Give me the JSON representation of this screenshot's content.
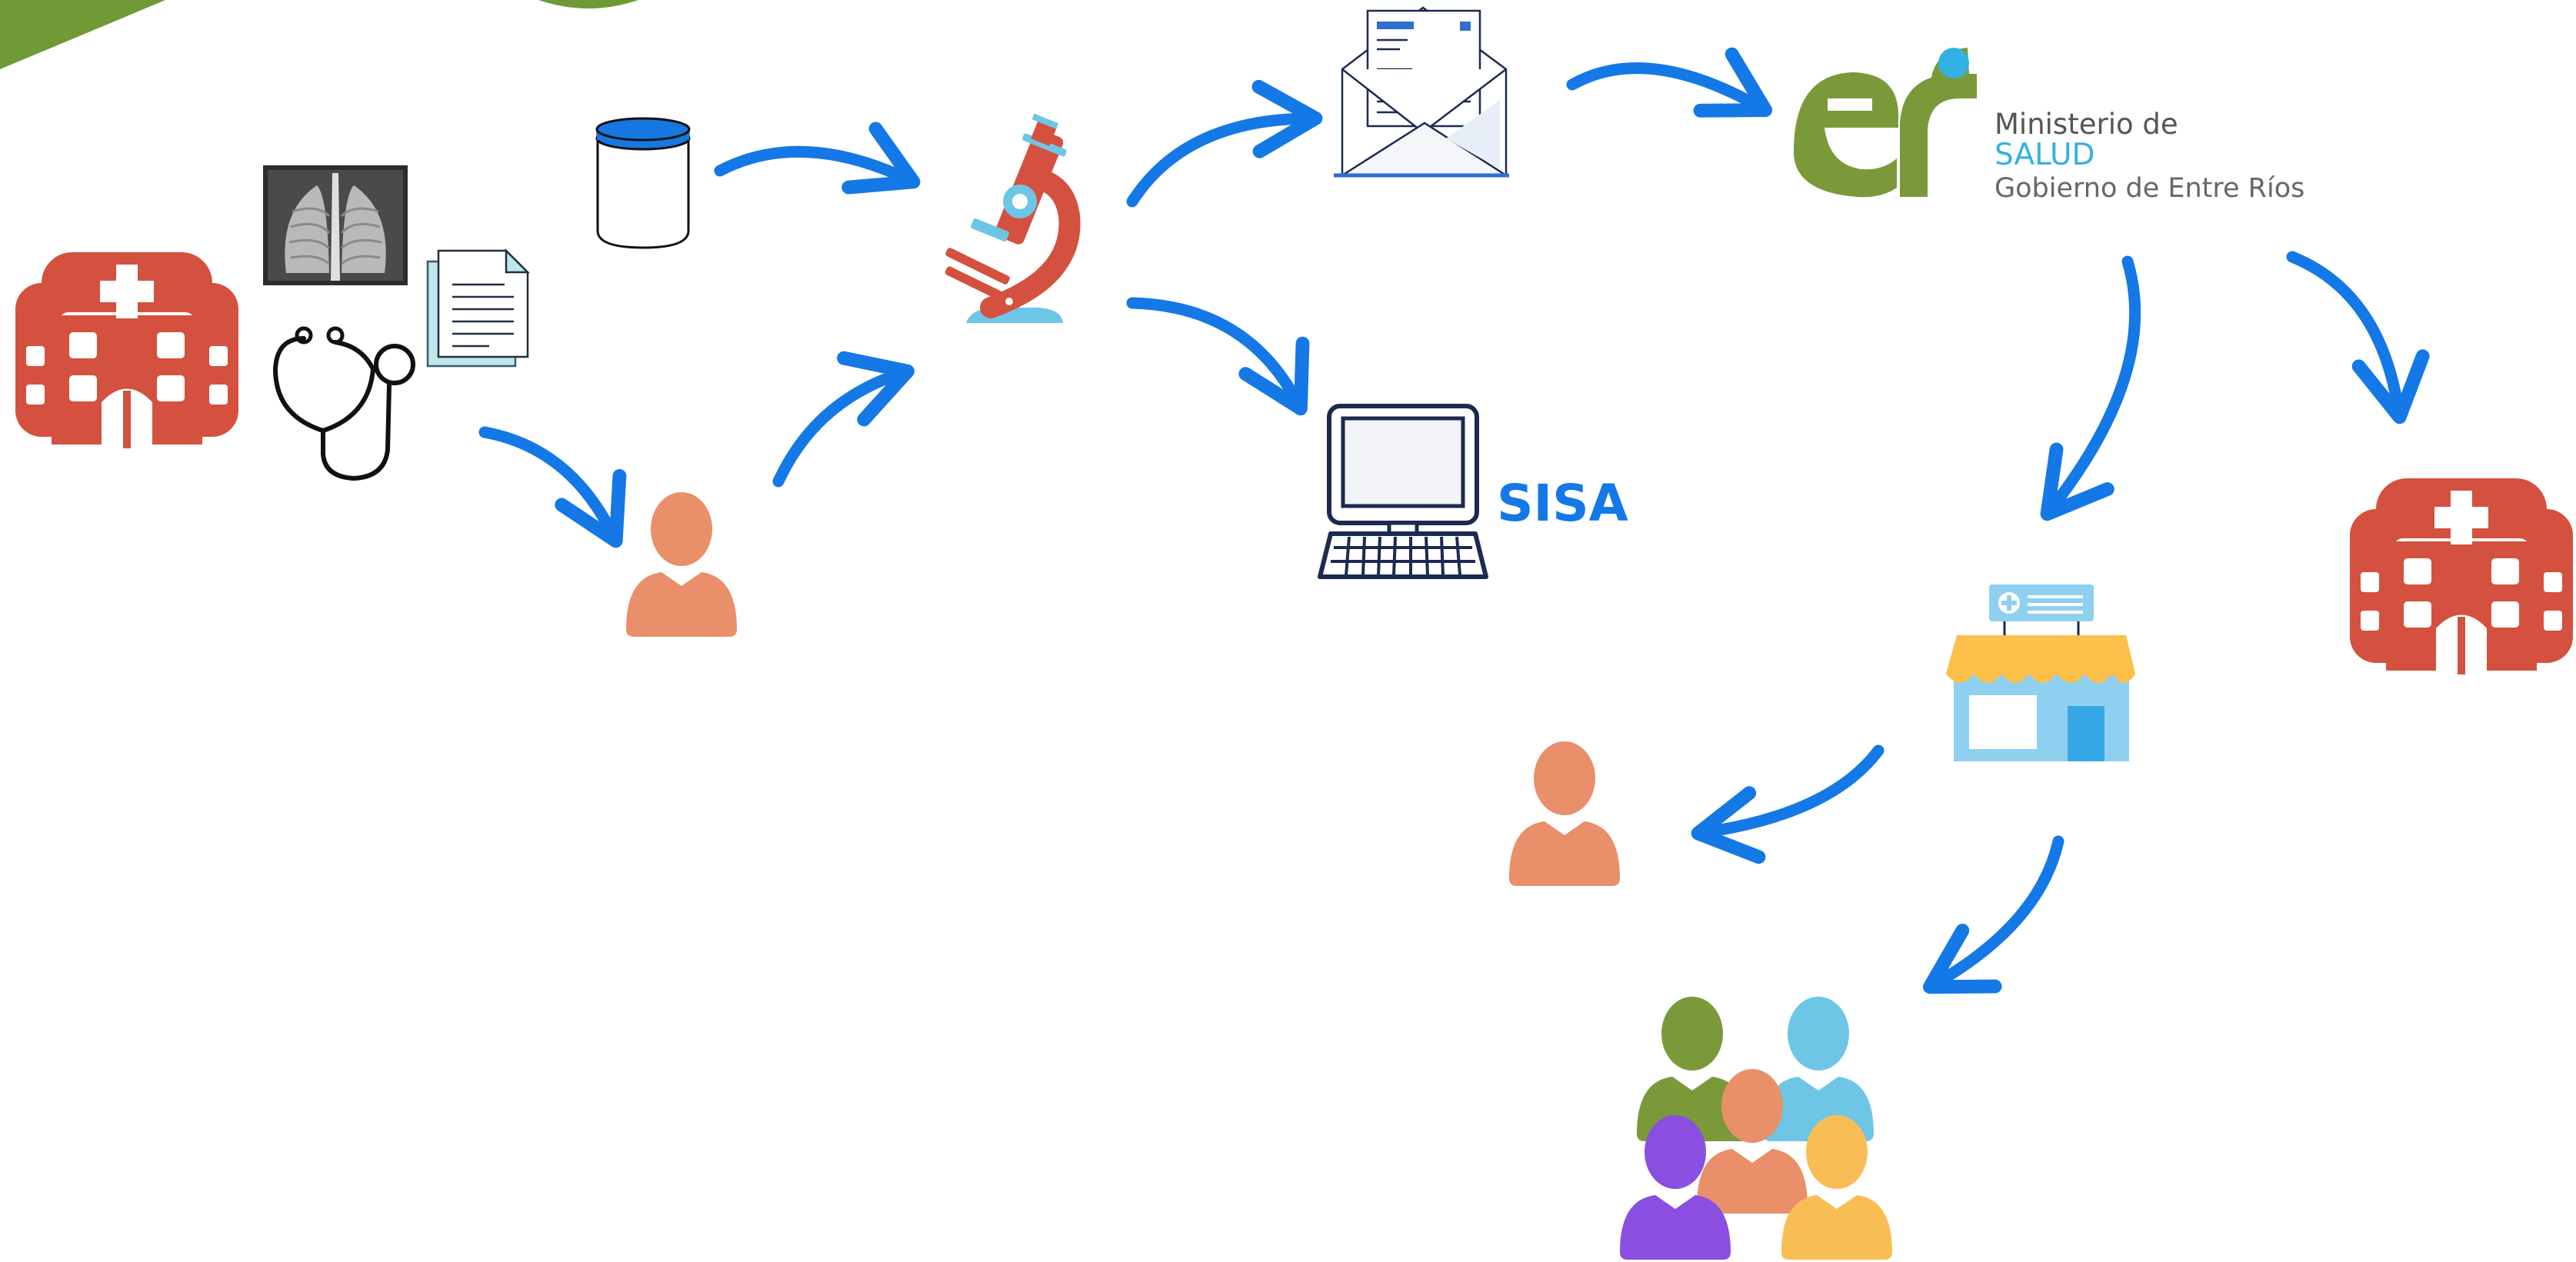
{
  "colors": {
    "arrow": "#1478e6",
    "hospital": "#d4513f",
    "person_orange": "#e98f6a",
    "person_green": "#7a9a3a",
    "person_cyan": "#6ec6e6",
    "person_purple": "#8a4fe0",
    "person_yellow": "#f9bd55",
    "microscope_red": "#d4513f",
    "microscope_blue": "#6ec6e6",
    "logo_green": "#7a9a3a",
    "logo_cyan": "#33b1e4",
    "logo_gray": "#555555",
    "sisa_blue": "#1478e6",
    "corner_green": "#6f9a36",
    "computer_navy": "#1c2a4f",
    "specimen_cap": "#1677e0",
    "clinic_roof": "#fbbf4a",
    "clinic_wall": "#8fd0f0"
  },
  "nodes": [
    {
      "id": "hospital-left",
      "icon": "hospital-icon"
    },
    {
      "id": "xray",
      "icon": "xray-image"
    },
    {
      "id": "documents",
      "icon": "document-icon"
    },
    {
      "id": "stethoscope",
      "icon": "stethoscope-icon"
    },
    {
      "id": "patient",
      "icon": "person-icon"
    },
    {
      "id": "specimen",
      "icon": "specimen-container-icon"
    },
    {
      "id": "laboratory",
      "icon": "microscope-icon"
    },
    {
      "id": "notification",
      "icon": "envelope-icon"
    },
    {
      "id": "sisa",
      "icon": "computer-icon"
    },
    {
      "id": "ministry",
      "icon": "ministry-logo"
    },
    {
      "id": "health-center",
      "icon": "clinic-icon"
    },
    {
      "id": "hospital-right",
      "icon": "hospital-icon"
    },
    {
      "id": "case",
      "icon": "person-icon"
    },
    {
      "id": "contacts",
      "icon": "group-icon"
    }
  ],
  "labels": {
    "sisa": "SISA",
    "ministry_line1": "Ministerio de",
    "ministry_line2": "SALUD",
    "ministry_line3": "Gobierno de Entre Ríos"
  }
}
